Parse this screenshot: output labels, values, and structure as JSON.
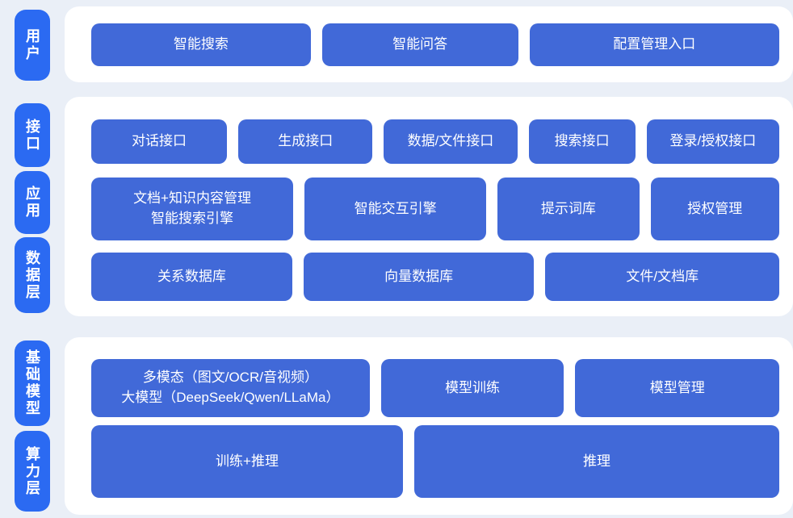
{
  "colors": {
    "background": "#eaeff7",
    "panel": "#ffffff",
    "layer_pill": "#2b6af2",
    "node": "#4169d8",
    "text": "#ffffff"
  },
  "sections": [
    {
      "pills": [
        "用户"
      ],
      "rows": [
        {
          "cells": [
            "智能搜索",
            "智能问答",
            "配置管理入口"
          ]
        }
      ]
    },
    {
      "pills": [
        "接口",
        "应用",
        "数据层"
      ],
      "rows": [
        {
          "cells": [
            "对话接口",
            "生成接口",
            "数据/文件接口",
            "搜索接口",
            "登录/授权接口"
          ]
        },
        {
          "cells": [
            "文档+知识内容管理\n智能搜索引擎",
            "智能交互引擎",
            "提示词库",
            "授权管理"
          ]
        },
        {
          "cells": [
            "关系数据库",
            "向量数据库",
            "文件/文档库"
          ]
        }
      ]
    },
    {
      "pills": [
        "基础模型",
        "算力层"
      ],
      "rows": [
        {
          "cells": [
            "多模态（图文/OCR/音视频）\n大模型（DeepSeek/Qwen/LLaMa）",
            "模型训练",
            "模型管理"
          ]
        },
        {
          "cells": [
            "训练+推理",
            "推理"
          ]
        }
      ]
    }
  ]
}
